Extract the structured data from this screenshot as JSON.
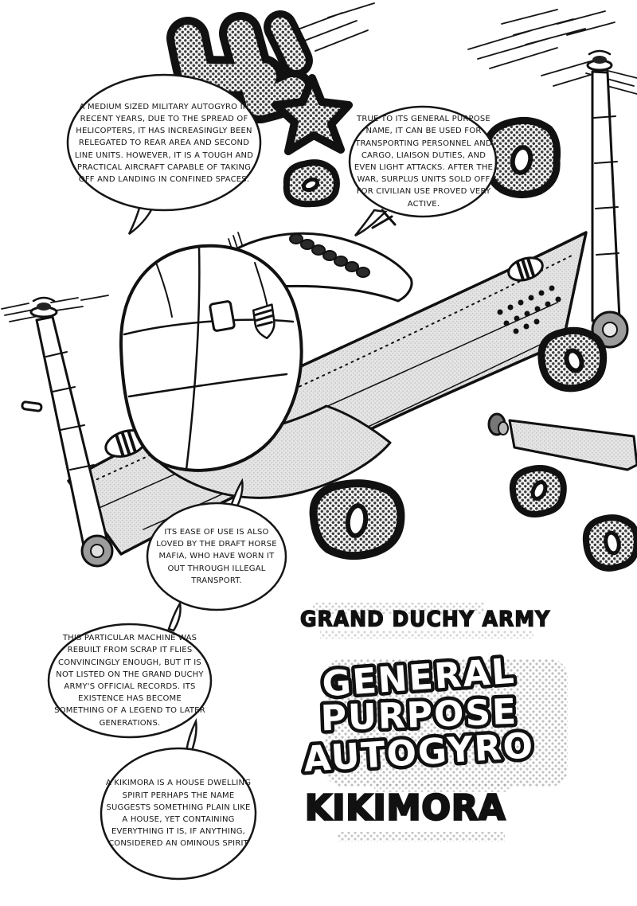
{
  "colors": {
    "ink": "#161616",
    "paper": "#ffffff",
    "tone_gray": "#dfdfdf",
    "halftone_dot": "#3a3a3a"
  },
  "bubbles": [
    {
      "text": "A MEDIUM SIZED MILITARY AUTOGYRO IN RECENT YEARS, DUE TO THE SPREAD OF HELICOPTERS, IT HAS INCREASINGLY BEEN RELEGATED TO REAR AREA AND SECOND LINE UNITS. HOWEVER, IT IS A TOUGH AND PRACTICAL AIRCRAFT CAPABLE OF TAKING OFF AND LANDING IN CONFINED SPACES."
    },
    {
      "text": "TRUE TO ITS GENERAL PURPOSE NAME, IT CAN BE USED FOR TRANSPORTING PERSONNEL AND CARGO, LIAISON DUTIES, AND EVEN LIGHT ATTACKS. AFTER THE WAR, SURPLUS UNITS SOLD OFF FOR CIVILIAN USE PROVED VERY ACTIVE."
    },
    {
      "text": "ITS EASE OF USE IS ALSO LOVED BY THE DRAFT HORSE MAFIA, WHO HAVE WORN IT OUT THROUGH ILLEGAL TRANSPORT."
    },
    {
      "text": "THIS PARTICULAR MACHINE WAS REBUILT FROM SCRAP IT FLIES CONVINCINGLY ENOUGH, BUT IT IS NOT LISTED ON THE GRAND DUCHY ARMY'S OFFICIAL RECORDS. ITS EXISTENCE HAS BECOME SOMETHING OF A LEGEND TO LATER GENERATIONS."
    },
    {
      "text": "A KIKIMORA IS A HOUSE DWELLING SPIRIT PERHAPS THE NAME SUGGESTS SOMETHING PLAIN LIKE A HOUSE, YET CONTAINING EVERYTHING IT IS, IF ANYTHING, CONSIDERED AN OMINOUS SPIRIT"
    }
  ],
  "titles": {
    "army": "GRAND DUCHY ARMY",
    "general_purpose": [
      "GENERAL",
      "PURPOSE",
      "AUTOGYRO"
    ],
    "name": "KIKIMORA"
  },
  "sfx": {
    "big_shape": "katakana-sfx",
    "star_shape": "star-sfx",
    "ring_blob_count": 6
  }
}
